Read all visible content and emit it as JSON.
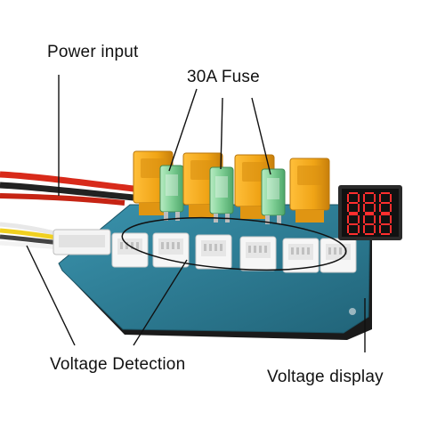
{
  "labels": {
    "power_input": "Power input",
    "fuse": "30A Fuse",
    "voltage_detection": "Voltage Detection",
    "voltage_display": "Voltage display"
  },
  "display_digits": [
    "8",
    "8",
    "8",
    "8",
    "8",
    "8"
  ],
  "colors": {
    "board": "#2f7d97",
    "foam": "#1a1a1a",
    "xt60": "#f0a416",
    "fuse": "#8fd6a2",
    "jst": "#f4f4f4",
    "led_off": "#5a1414",
    "led_on": "#ff2e2e"
  }
}
